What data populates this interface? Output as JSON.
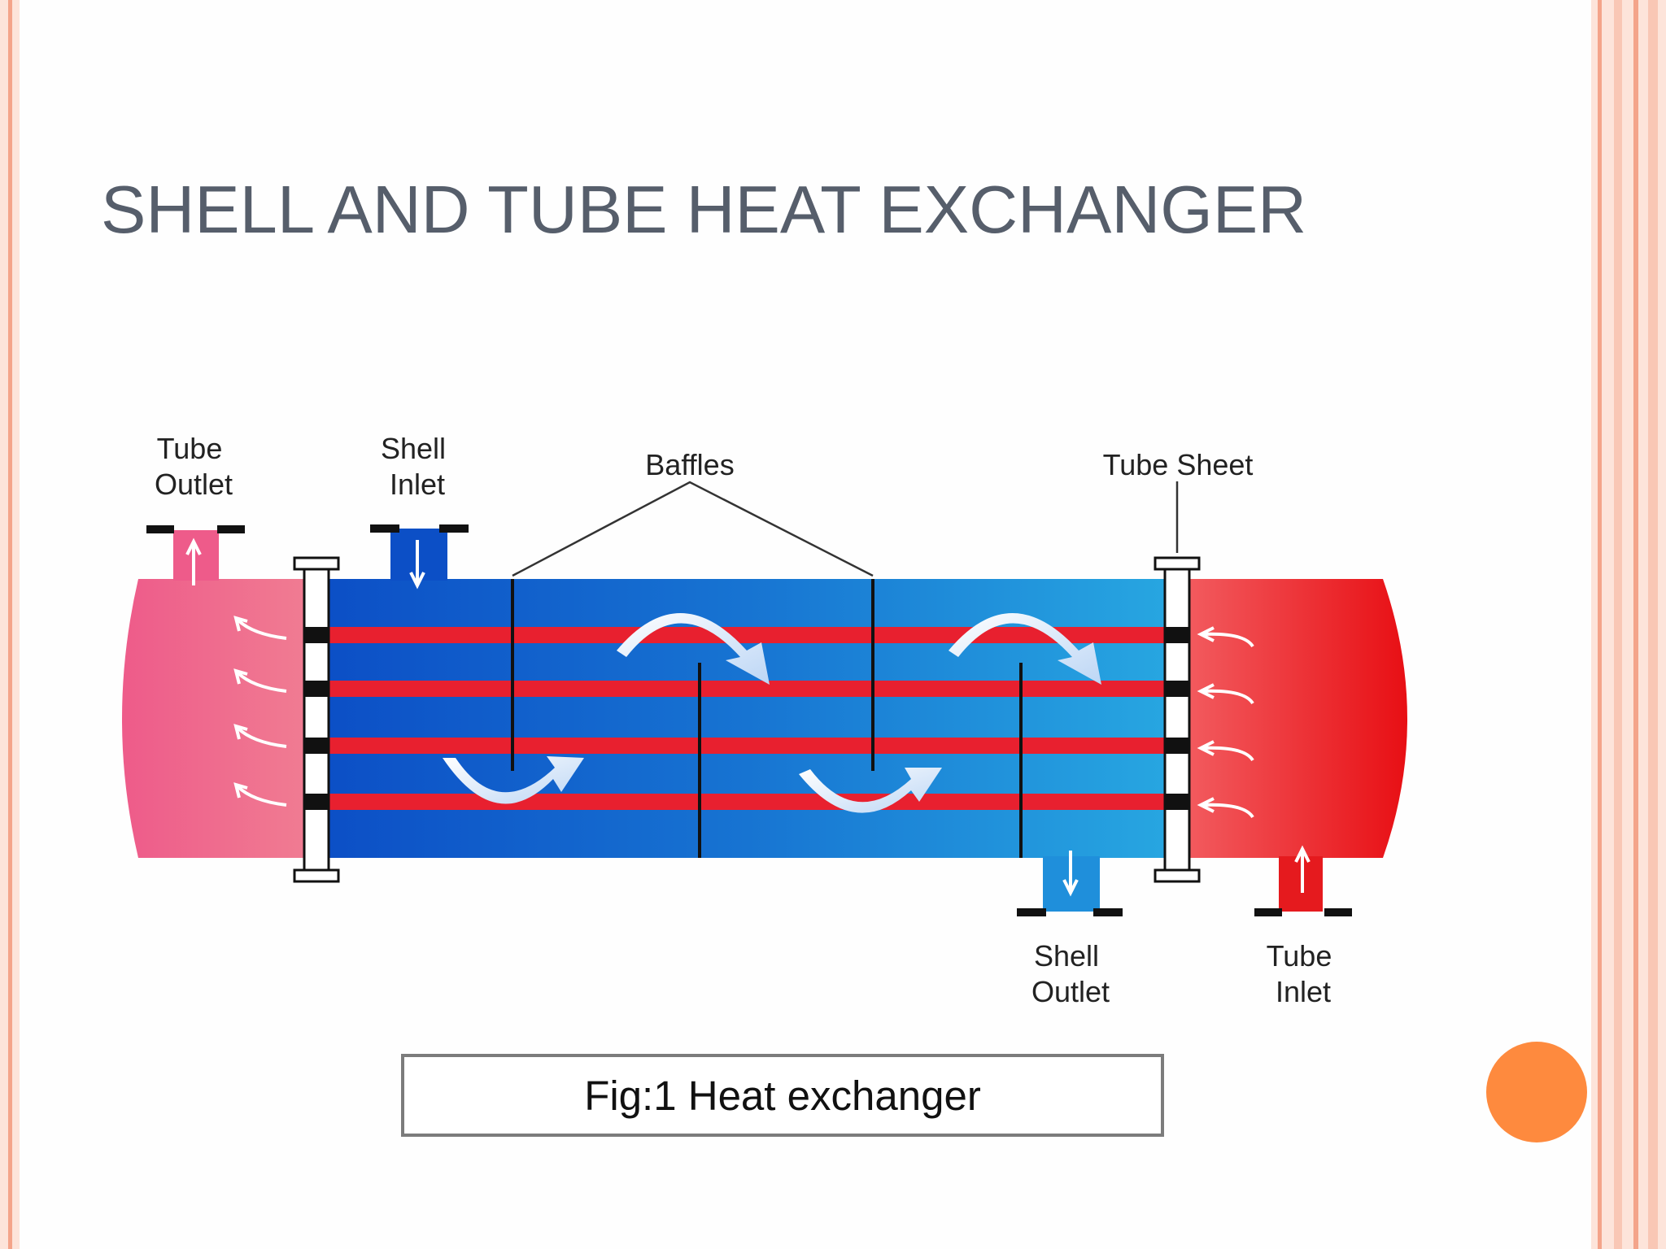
{
  "slide": {
    "title": "SHELL AND TUBE HEAT EXCHANGER",
    "caption": "Fig:1 Heat exchanger"
  },
  "diagram": {
    "labels": {
      "tube_outlet": [
        "Tube",
        "Outlet"
      ],
      "shell_inlet": [
        "Shell",
        "Inlet"
      ],
      "baffles": "Baffles",
      "tube_sheet": "Tube Sheet",
      "shell_outlet": [
        "Shell",
        "Outlet"
      ],
      "tube_inlet": [
        "Tube",
        "Inlet"
      ]
    }
  },
  "colors": {
    "hot": "#e8202f",
    "hot_outlet": "#ef5a86",
    "cold_dark": "#0c4fc6",
    "cold_light": "#27a6e1",
    "accent_dot": "#fe8a3e",
    "border": "#f6b9a8",
    "title": "#565e6b"
  }
}
